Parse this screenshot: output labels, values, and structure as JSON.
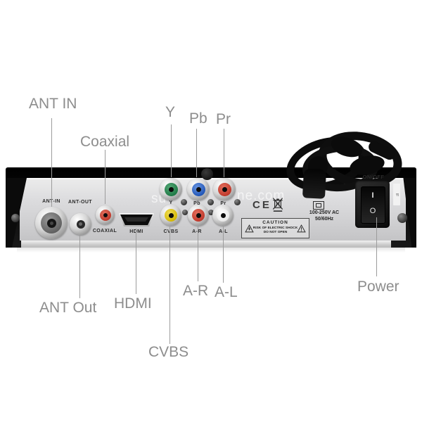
{
  "callouts": {
    "ant_in": "ANT IN",
    "coaxial": "Coaxial",
    "y": "Y",
    "pb": "Pb",
    "pr": "Pr",
    "ant_out": "ANT Out",
    "hdmi": "HDMI",
    "cvbs": "CVBS",
    "a_r": "A-R",
    "a_l": "A-L",
    "power": "Power"
  },
  "panel": {
    "ports": {
      "ant_in": "ANT-IN",
      "ant_out": "ANT-OUT",
      "coaxial": "COAXIAL",
      "hdmi": "HDMI",
      "y": "Y",
      "pb": "Pb",
      "pr": "Pr",
      "cvbs": "CVBS",
      "a_r": "A-R",
      "a_l": "A-L"
    },
    "switch": {
      "label": "ON/OFF",
      "on_mark": "I",
      "off_mark": "O"
    },
    "ce": "CE",
    "rating": {
      "line1": "100-250V AC",
      "line2": "50/60Hz"
    },
    "caution": {
      "title": "CAUTION",
      "line1": "RISK OF ELECTRIC SHOCK",
      "line2": "DO NOT OPEN"
    },
    "sticker": "IF"
  },
  "watermark": {
    "left": "su",
    "right": "ne.com"
  },
  "colors": {
    "chassis_black": "#111111",
    "panel_silver": "#d6d6d8",
    "component_green": "#1f7a46",
    "component_blue": "#2257b8",
    "component_red": "#c0392b",
    "composite_yellow": "#d4b804",
    "audio_white": "#efefef",
    "callout_gray": "#8d8d8d"
  }
}
